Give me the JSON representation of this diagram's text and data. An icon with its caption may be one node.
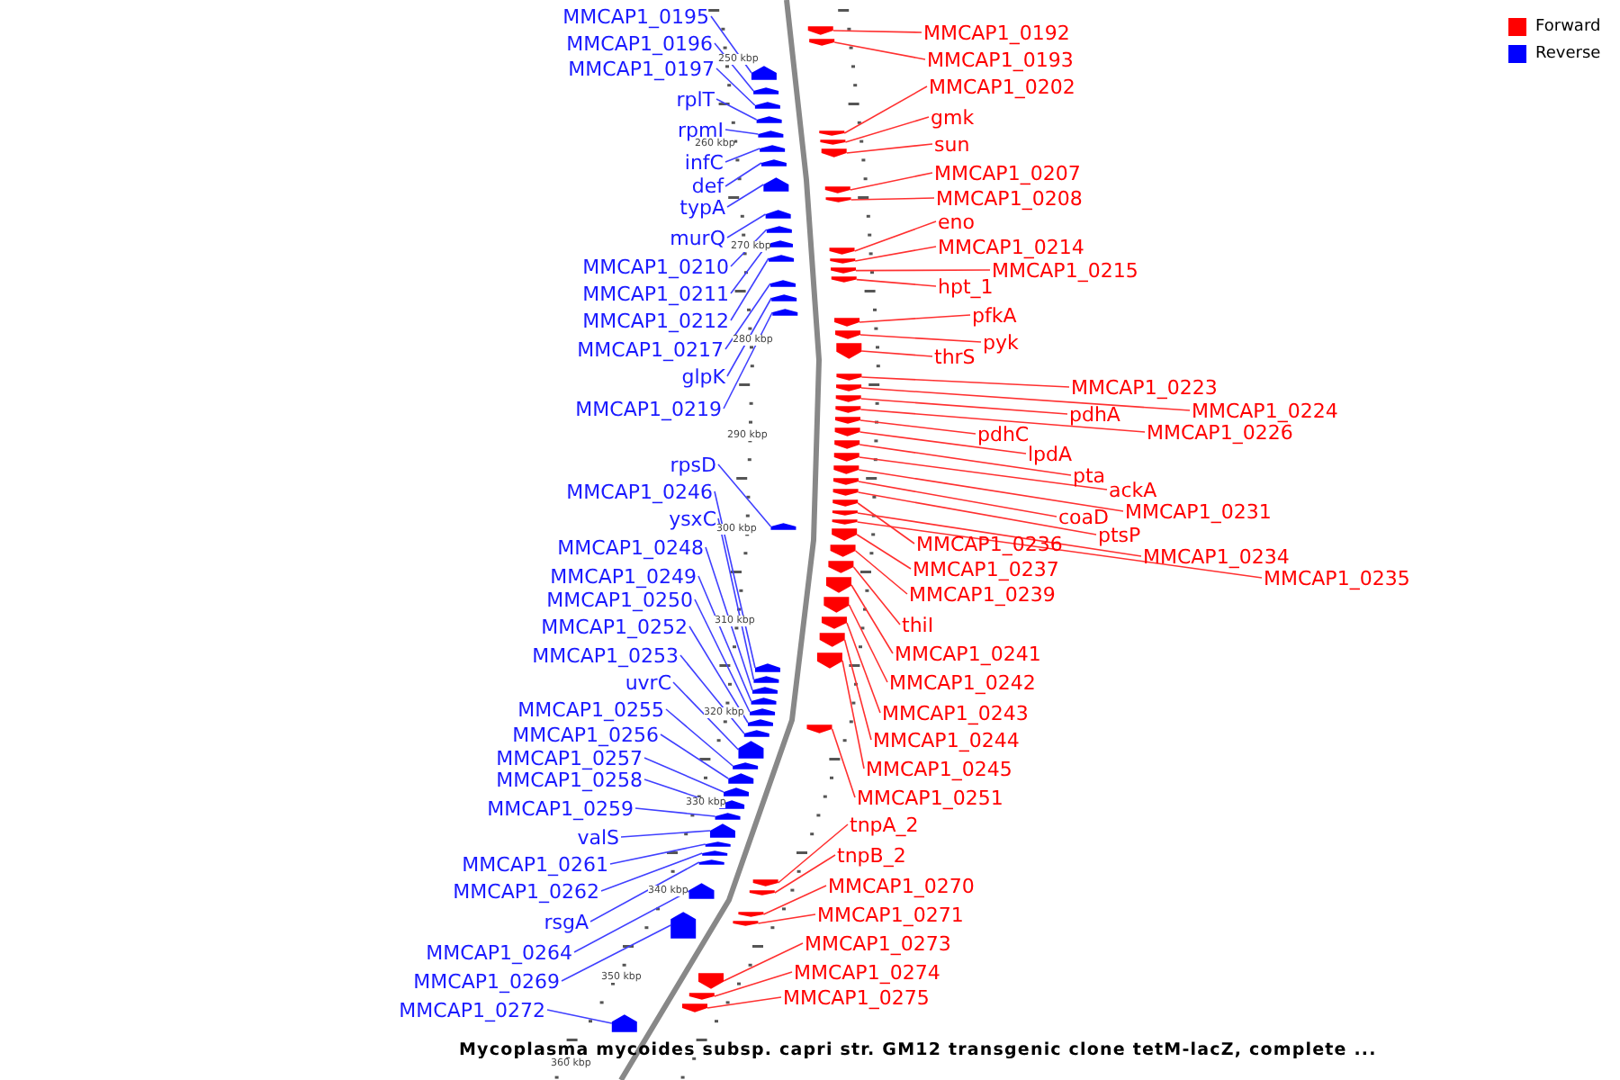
{
  "diagram": {
    "caption": "Mycoplasma mycoides subsp. capri str. GM12 transgenic clone tetM-lacZ, complete ...",
    "nodes": [
      {
        "text": [
          "MMCAP1_0195"
        ]
      },
      {
        "text": [
          "MMCAP1_0196"
        ]
      },
      {
        "text": [
          "MMCAP1_0197"
        ]
      },
      {
        "text": [
          "rplT"
        ]
      },
      {
        "text": [
          "rpmI"
        ]
      },
      {
        "text": [
          "infC"
        ]
      },
      {
        "text": [
          "def"
        ]
      },
      {
        "text": [
          "typA"
        ]
      },
      {
        "text": [
          "murQ"
        ]
      },
      {
        "text": [
          "MMCAP1_0210"
        ]
      },
      {
        "text": [
          "MMCAP1_0211"
        ]
      },
      {
        "text": [
          "MMCAP1_0212"
        ]
      },
      {
        "text": [
          "MMCAP1_0217"
        ]
      },
      {
        "text": [
          "glpK"
        ]
      },
      {
        "text": [
          "MMCAP1_0219"
        ]
      },
      {
        "text": [
          "rpsD"
        ]
      },
      {
        "text": [
          "MMCAP1_0246"
        ]
      },
      {
        "text": [
          "ysxC"
        ]
      },
      {
        "text": [
          "MMCAP1_0248"
        ]
      },
      {
        "text": [
          "MMCAP1_0249"
        ]
      },
      {
        "text": [
          "MMCAP1_0250"
        ]
      },
      {
        "text": [
          "MMCAP1_0252"
        ]
      },
      {
        "text": [
          "MMCAP1_0253"
        ]
      },
      {
        "text": [
          "uvrC"
        ]
      },
      {
        "text": [
          "MMCAP1_0255"
        ]
      },
      {
        "text": [
          "MMCAP1_0256"
        ]
      },
      {
        "text": [
          "MMCAP1_0257"
        ]
      },
      {
        "text": [
          "MMCAP1_0258"
        ]
      },
      {
        "text": [
          "MMCAP1_0259"
        ]
      },
      {
        "text": [
          "valS"
        ]
      },
      {
        "text": [
          "MMCAP1_0261"
        ]
      },
      {
        "text": [
          "MMCAP1_0262"
        ]
      },
      {
        "text": [
          "rsgA"
        ]
      },
      {
        "text": [
          "MMCAP1_0264"
        ]
      },
      {
        "text": [
          "MMCAP1_0269"
        ]
      },
      {
        "text": [
          "MMCAP1_0272"
        ]
      },
      {
        "text": [
          "MMCAP1_0192"
        ]
      },
      {
        "text": [
          "MMCAP1_0193"
        ]
      },
      {
        "text": [
          "MMCAP1_0202"
        ]
      },
      {
        "text": [
          "gmk"
        ]
      },
      {
        "text": [
          "sun"
        ]
      },
      {
        "text": [
          "MMCAP1_0207"
        ]
      },
      {
        "text": [
          "MMCAP1_0208"
        ]
      },
      {
        "text": [
          "eno"
        ]
      },
      {
        "text": [
          "MMCAP1_0214"
        ]
      },
      {
        "text": [
          "MMCAP1_0215"
        ]
      },
      {
        "text": [
          "hpt_1"
        ]
      },
      {
        "text": [
          "pfkA"
        ]
      },
      {
        "text": [
          "pyk"
        ]
      },
      {
        "text": [
          "thrS"
        ]
      },
      {
        "text": [
          "MMCAP1_0223"
        ]
      },
      {
        "text": [
          "MMCAP1_0224"
        ]
      },
      {
        "text": [
          "pdhA"
        ]
      },
      {
        "text": [
          "MMCAP1_0226"
        ]
      },
      {
        "text": [
          "pdhC"
        ]
      },
      {
        "text": [
          "lpdA"
        ]
      },
      {
        "text": [
          "pta"
        ]
      },
      {
        "text": [
          "ackA"
        ]
      },
      {
        "text": [
          "MMCAP1_0231"
        ]
      },
      {
        "text": [
          "coaD"
        ]
      },
      {
        "text": [
          "ptsP"
        ]
      },
      {
        "text": [
          "MMCAP1_0236"
        ]
      },
      {
        "text": [
          "MMCAP1_0234"
        ]
      },
      {
        "text": [
          "MMCAP1_0235"
        ]
      },
      {
        "text": [
          "MMCAP1_0237"
        ]
      },
      {
        "text": [
          "MMCAP1_0239"
        ]
      },
      {
        "text": [
          "thiI"
        ]
      },
      {
        "text": [
          "MMCAP1_0241"
        ]
      },
      {
        "text": [
          "MMCAP1_0242"
        ]
      },
      {
        "text": [
          "MMCAP1_0243"
        ]
      },
      {
        "text": [
          "MMCAP1_0244"
        ]
      },
      {
        "text": [
          "MMCAP1_0245"
        ]
      },
      {
        "text": [
          "MMCAP1_0251"
        ]
      },
      {
        "text": [
          "tnpA_2"
        ]
      },
      {
        "text": [
          "tnpB_2"
        ]
      },
      {
        "text": [
          "MMCAP1_0270"
        ]
      },
      {
        "text": [
          "MMCAP1_0271"
        ]
      },
      {
        "text": [
          "MMCAP1_0273"
        ]
      },
      {
        "text": [
          "MMCAP1_0274"
        ]
      },
      {
        "text": [
          "MMCAP1_0275"
        ]
      },
      {
        "text": [],
        "shape": "arrow"
      },
      {
        "text": [],
        "shape": "arrow"
      },
      {
        "text": [],
        "shape": "arrow"
      },
      {
        "text": [],
        "shape": "arrow"
      },
      {
        "text": [],
        "shape": "arrow"
      },
      {
        "text": [],
        "shape": "arrow"
      },
      {
        "text": [],
        "shape": "arrow"
      },
      {
        "text": [],
        "shape": "arrow"
      },
      {
        "text": [],
        "shape": "arrow"
      },
      {
        "text": [],
        "shape": "arrow"
      },
      {
        "text": [],
        "shape": "arrow"
      },
      {
        "text": [],
        "shape": "arrow"
      },
      {
        "text": [],
        "shape": "arrow"
      },
      {
        "text": [],
        "shape": "arrow"
      },
      {
        "text": [],
        "shape": "arrow"
      },
      {
        "text": [],
        "shape": "arrow"
      },
      {
        "text": [],
        "shape": "arrow"
      },
      {
        "text": [],
        "shape": "arrow"
      },
      {
        "text": [],
        "shape": "arrow"
      },
      {
        "text": [],
        "shape": "arrow"
      },
      {
        "text": [],
        "shape": "arrow"
      },
      {
        "text": [],
        "shape": "arrow"
      },
      {
        "text": [],
        "shape": "arrow"
      },
      {
        "text": [],
        "shape": "arrow"
      },
      {
        "text": [],
        "shape": "arrow"
      },
      {
        "text": [],
        "shape": "arrow"
      },
      {
        "text": [],
        "shape": "arrow"
      },
      {
        "text": [],
        "shape": "arrow"
      },
      {
        "text": [],
        "shape": "arrow"
      },
      {
        "text": [],
        "shape": "arrow"
      },
      {
        "text": [],
        "shape": "arrow"
      },
      {
        "text": [],
        "shape": "arrow"
      },
      {
        "text": [],
        "shape": "arrow"
      },
      {
        "text": [],
        "shape": "arrow"
      },
      {
        "text": [],
        "shape": "arrow"
      },
      {
        "text": [],
        "shape": "arrow"
      },
      {
        "text": [],
        "shape": "arrow"
      },
      {
        "text": [],
        "shape": "arrow"
      },
      {
        "text": [],
        "shape": "arrow"
      },
      {
        "text": [],
        "shape": "arrow"
      },
      {
        "text": [],
        "shape": "arrow"
      },
      {
        "text": [],
        "shape": "arrow"
      },
      {
        "text": [],
        "shape": "arrow"
      },
      {
        "text": [],
        "shape": "arrow"
      },
      {
        "text": [],
        "shape": "arrow"
      },
      {
        "text": [],
        "shape": "arrow"
      },
      {
        "text": [],
        "shape": "arrow"
      },
      {
        "text": [],
        "shape": "arrow"
      },
      {
        "text": [],
        "shape": "arrow"
      },
      {
        "text": [],
        "shape": "arrow"
      },
      {
        "text": [],
        "shape": "arrow"
      },
      {
        "text": [],
        "shape": "arrow"
      },
      {
        "text": [],
        "shape": "arrow"
      },
      {
        "text": [],
        "shape": "arrow"
      },
      {
        "text": [],
        "shape": "arrow"
      },
      {
        "text": [],
        "shape": "arrow"
      },
      {
        "text": [],
        "shape": "arrow"
      },
      {
        "text": [],
        "shape": "arrow"
      },
      {
        "text": [],
        "shape": "arrow"
      },
      {
        "text": [],
        "shape": "arrow"
      },
      {
        "text": [],
        "shape": "arrow"
      },
      {
        "text": [],
        "shape": "arrow"
      },
      {
        "text": [],
        "shape": "arrow"
      },
      {
        "text": [],
        "shape": "arrow"
      },
      {
        "text": [],
        "shape": "arrow"
      },
      {
        "text": [],
        "shape": "arrow"
      },
      {
        "text": [],
        "shape": "arrow"
      },
      {
        "text": [],
        "shape": "arrow"
      },
      {
        "text": [],
        "shape": "arrow"
      },
      {
        "text": [],
        "shape": "arrow"
      },
      {
        "text": [],
        "shape": "arrow"
      },
      {
        "text": [],
        "shape": "arrow"
      },
      {
        "text": [],
        "shape": "arrow"
      },
      {
        "text": [],
        "shape": "arrow"
      },
      {
        "text": [],
        "shape": "arrow"
      },
      {
        "text": [],
        "shape": "arrow"
      },
      {
        "text": [],
        "shape": "arrow"
      },
      {
        "text": [],
        "shape": "arrow"
      },
      {
        "text": [],
        "shape": "arrow"
      },
      {
        "text": [],
        "shape": "arrow"
      }
    ],
    "edges": [
      {
        "from": 0,
        "to": 80,
        "arrow": "none",
        "color": "#4040ff"
      },
      {
        "from": 1,
        "to": 81,
        "arrow": "none",
        "color": "#4040ff"
      },
      {
        "from": 2,
        "to": 82,
        "arrow": "none",
        "color": "#4040ff"
      },
      {
        "from": 3,
        "to": 83,
        "arrow": "none",
        "color": "#4040ff"
      },
      {
        "from": 4,
        "to": 84,
        "arrow": "none",
        "color": "#4040ff"
      },
      {
        "from": 5,
        "to": 85,
        "arrow": "none",
        "color": "#4040ff"
      },
      {
        "from": 6,
        "to": 86,
        "arrow": "none",
        "color": "#4040ff"
      },
      {
        "from": 7,
        "to": 87,
        "arrow": "none",
        "color": "#4040ff"
      },
      {
        "from": 8,
        "to": 88,
        "arrow": "none",
        "color": "#4040ff"
      },
      {
        "from": 9,
        "to": 89,
        "arrow": "none",
        "color": "#4040ff"
      },
      {
        "from": 10,
        "to": 90,
        "arrow": "none",
        "color": "#4040ff"
      },
      {
        "from": 11,
        "to": 91,
        "arrow": "none",
        "color": "#4040ff"
      },
      {
        "from": 12,
        "to": 92,
        "arrow": "none",
        "color": "#4040ff"
      },
      {
        "from": 13,
        "to": 93,
        "arrow": "none",
        "color": "#4040ff"
      },
      {
        "from": 14,
        "to": 94,
        "arrow": "none",
        "color": "#4040ff"
      },
      {
        "from": 15,
        "to": 95,
        "arrow": "none",
        "color": "#4040ff"
      },
      {
        "from": 16,
        "to": 96,
        "arrow": "none",
        "color": "#4040ff"
      },
      {
        "from": 17,
        "to": 97,
        "arrow": "none",
        "color": "#4040ff"
      },
      {
        "from": 18,
        "to": 98,
        "arrow": "none",
        "color": "#4040ff"
      },
      {
        "from": 19,
        "to": 99,
        "arrow": "none",
        "color": "#4040ff"
      },
      {
        "from": 20,
        "to": 100,
        "arrow": "none",
        "color": "#4040ff"
      },
      {
        "from": 21,
        "to": 101,
        "arrow": "none",
        "color": "#4040ff"
      },
      {
        "from": 22,
        "to": 102,
        "arrow": "none",
        "color": "#4040ff"
      },
      {
        "from": 23,
        "to": 103,
        "arrow": "none",
        "color": "#4040ff"
      },
      {
        "from": 24,
        "to": 104,
        "arrow": "none",
        "color": "#4040ff"
      },
      {
        "from": 25,
        "to": 105,
        "arrow": "none",
        "color": "#4040ff"
      },
      {
        "from": 26,
        "to": 106,
        "arrow": "none",
        "color": "#4040ff"
      },
      {
        "from": 27,
        "to": 107,
        "arrow": "none",
        "color": "#4040ff"
      },
      {
        "from": 28,
        "to": 108,
        "arrow": "none",
        "color": "#4040ff"
      },
      {
        "from": 29,
        "to": 109,
        "arrow": "none",
        "color": "#4040ff"
      },
      {
        "from": 30,
        "to": 110,
        "arrow": "none",
        "color": "#4040ff"
      },
      {
        "from": 31,
        "to": 111,
        "arrow": "none",
        "color": "#4040ff"
      },
      {
        "from": 32,
        "to": 112,
        "arrow": "none",
        "color": "#4040ff"
      },
      {
        "from": 33,
        "to": 113,
        "arrow": "none",
        "color": "#4040ff"
      },
      {
        "from": 34,
        "to": 114,
        "arrow": "none",
        "color": "#4040ff"
      },
      {
        "from": 35,
        "to": 115,
        "arrow": "none",
        "color": "#4040ff"
      },
      {
        "from": 36,
        "to": 116,
        "arrow": "none"
      },
      {
        "from": 37,
        "to": 117,
        "arrow": "none"
      },
      {
        "from": 38,
        "to": 118,
        "arrow": "none"
      },
      {
        "from": 39,
        "to": 119,
        "arrow": "none"
      },
      {
        "from": 40,
        "to": 120,
        "arrow": "none"
      },
      {
        "from": 41,
        "to": 121,
        "arrow": "none"
      },
      {
        "from": 42,
        "to": 122,
        "arrow": "none"
      },
      {
        "from": 43,
        "to": 123,
        "arrow": "none"
      },
      {
        "from": 44,
        "to": 124,
        "arrow": "none"
      },
      {
        "from": 45,
        "to": 125,
        "arrow": "none"
      },
      {
        "from": 46,
        "to": 126,
        "arrow": "none"
      },
      {
        "from": 47,
        "to": 127,
        "arrow": "none"
      },
      {
        "from": 48,
        "to": 128,
        "arrow": "none"
      },
      {
        "from": 49,
        "to": 129,
        "arrow": "none"
      },
      {
        "from": 50,
        "to": 130,
        "arrow": "none"
      },
      {
        "from": 51,
        "to": 131,
        "arrow": "none"
      },
      {
        "from": 52,
        "to": 132,
        "arrow": "none"
      },
      {
        "from": 53,
        "to": 133,
        "arrow": "none"
      },
      {
        "from": 54,
        "to": 134,
        "arrow": "none"
      },
      {
        "from": 55,
        "to": 135,
        "arrow": "none"
      },
      {
        "from": 56,
        "to": 136,
        "arrow": "none"
      },
      {
        "from": 57,
        "to": 137,
        "arrow": "none"
      },
      {
        "from": 58,
        "to": 138,
        "arrow": "none"
      },
      {
        "from": 59,
        "to": 139,
        "arrow": "none"
      },
      {
        "from": 60,
        "to": 140,
        "arrow": "none"
      },
      {
        "from": 61,
        "to": 141,
        "arrow": "none"
      },
      {
        "from": 62,
        "to": 142,
        "arrow": "none"
      },
      {
        "from": 63,
        "to": 143,
        "arrow": "none"
      },
      {
        "from": 64,
        "to": 144,
        "arrow": "none"
      },
      {
        "from": 65,
        "to": 145,
        "arrow": "none"
      },
      {
        "from": 66,
        "to": 146,
        "arrow": "none"
      },
      {
        "from": 67,
        "to": 147,
        "arrow": "none"
      },
      {
        "from": 68,
        "to": 148,
        "arrow": "none"
      },
      {
        "from": 69,
        "to": 149,
        "arrow": "none"
      },
      {
        "from": 70,
        "to": 150,
        "arrow": "none"
      },
      {
        "from": 71,
        "to": 151,
        "arrow": "none"
      },
      {
        "from": 72,
        "to": 152,
        "arrow": "none"
      },
      {
        "from": 73,
        "to": 153,
        "arrow": "none"
      },
      {
        "from": 74,
        "to": 154,
        "arrow": "none"
      },
      {
        "from": 75,
        "to": 155,
        "arrow": "none"
      },
      {
        "from": 76,
        "to": 156,
        "arrow": "none"
      },
      {
        "from": 77,
        "to": 157,
        "arrow": "none"
      },
      {
        "from": 78,
        "to": 158,
        "arrow": "none"
      },
      {
        "from": 79,
        "to": 159,
        "arrow": "none"
      }
    ],
    "labels": [
      "250 kbp",
      "260 kbp",
      "270 kbp",
      "280 kbp",
      "290 kbp",
      "300 kbp",
      "310 kbp",
      "320 kbp",
      "330 kbp",
      "340 kbp",
      "350 kbp",
      "360 kbp"
    ],
    "legend": [
      {
        "text": "Forward",
        "color": "#ff0000"
      },
      {
        "text": "Reverse",
        "color": "#0000ff"
      }
    ]
  }
}
